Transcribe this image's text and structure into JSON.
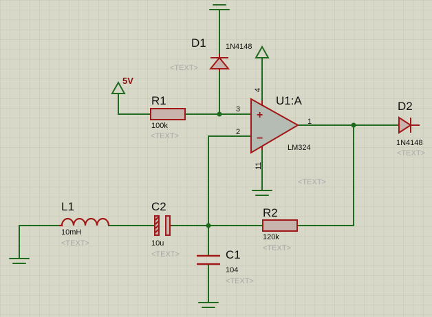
{
  "colors": {
    "background": "#d8d8c8",
    "grid": "#c4c4b2",
    "wire": "#1f6a1f",
    "component": "#a01818",
    "body_fill": "#c8b4ac",
    "opamp_fill": "#b4bcb4",
    "junction": "#1f6a1f"
  },
  "components": {
    "D1": {
      "ref": "D1",
      "value": "1N4148",
      "text": "<TEXT>"
    },
    "D2": {
      "ref": "D2",
      "value": "1N4148",
      "text": "<TEXT>"
    },
    "R1": {
      "ref": "R1",
      "value": "100k",
      "text": "<TEXT>"
    },
    "R2": {
      "ref": "R2",
      "value": "120k",
      "text": "<TEXT>"
    },
    "L1": {
      "ref": "L1",
      "value": "10mH",
      "text": "<TEXT>"
    },
    "C1": {
      "ref": "C1",
      "value": "104",
      "text": "<TEXT>"
    },
    "C2": {
      "ref": "C2",
      "value": "10u",
      "text": "<TEXT>"
    },
    "U1": {
      "ref": "U1:A",
      "value": "LM324",
      "text": "<TEXT>",
      "pins": {
        "noninv": "3",
        "inv": "2",
        "out": "1",
        "vcc": "4",
        "gnd": "11"
      },
      "plus": "+",
      "minus": "−"
    }
  },
  "power": {
    "label": "5V"
  }
}
